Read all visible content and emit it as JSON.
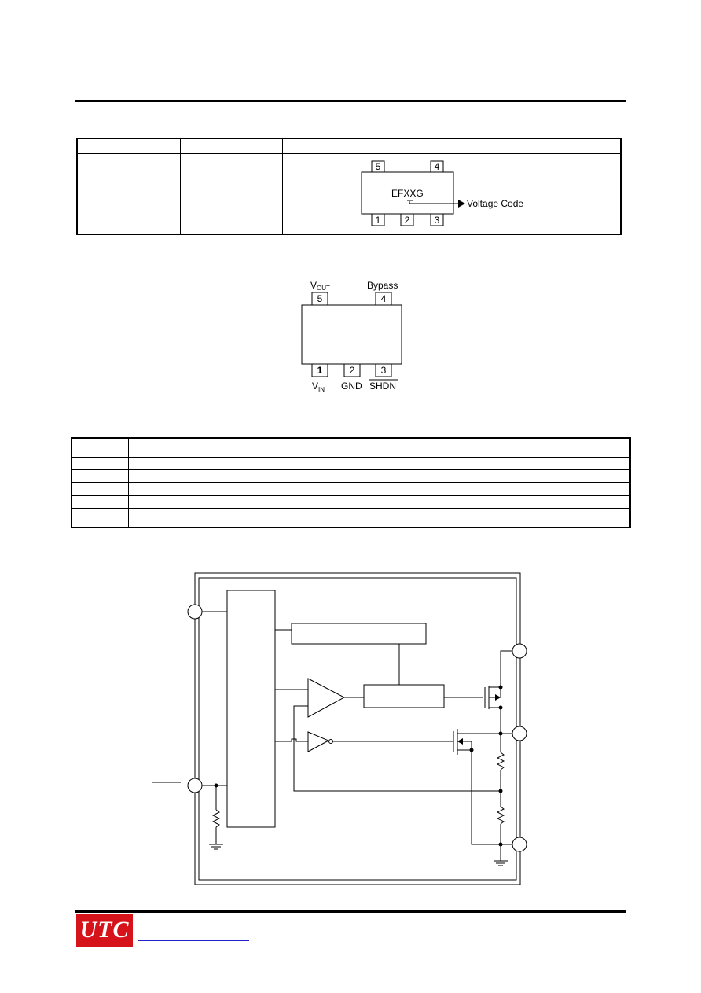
{
  "marking": {
    "chip_text": "EFXXG",
    "voltage_label": "Voltage Code",
    "pins_top": [
      "5",
      "4"
    ],
    "pins_bottom": [
      "1",
      "2",
      "3"
    ]
  },
  "pinout": {
    "pins_top": [
      "5",
      "4"
    ],
    "pins_bottom": [
      "1",
      "2",
      "3"
    ],
    "label_vout_main": "V",
    "label_vout_sub": "OUT",
    "label_bypass": "Bypass",
    "label_vin_main": "V",
    "label_vin_sub": "IN",
    "label_gnd": "GND",
    "label_shdn": "SHDN"
  },
  "logo": {
    "text": "UTC",
    "color": "#d6121a"
  }
}
